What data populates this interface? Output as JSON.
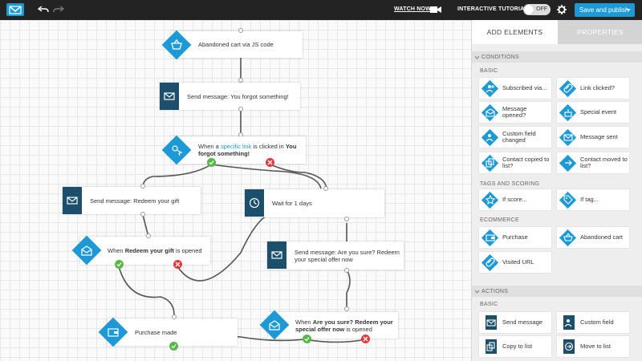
{
  "toolbar": {
    "watch_now": "WATCH NOW",
    "interactive_tutorial": "INTERACTIVE TUTORIAL",
    "toggle_state": "OFF",
    "publish_label": "Save and publish"
  },
  "colors": {
    "accent": "#1d9ad6",
    "dark_node": "#1b4f6b",
    "topbar": "#232323",
    "success": "#56b847",
    "failure": "#e23a3a"
  },
  "workflow": {
    "nodes": [
      {
        "id": "abandoned-cart",
        "text": "Abandoned cart via JS code",
        "icon": "basket-icon",
        "kind": "condition"
      },
      {
        "id": "send-forgot",
        "text": "Send message: You forgot something!",
        "icon": "envelope-icon",
        "kind": "action"
      },
      {
        "id": "link-clicked",
        "pre": "When a ",
        "link": "specific link",
        "mid": " is clicked in ",
        "bold": "You forgot something!",
        "icon": "link-click-icon",
        "kind": "condition"
      },
      {
        "id": "send-redeem",
        "text": "Send message: Redeem your gift",
        "icon": "envelope-icon",
        "kind": "action"
      },
      {
        "id": "wait",
        "text": "Wait for 1 days",
        "icon": "clock-icon",
        "kind": "action"
      },
      {
        "id": "redeem-opened",
        "pre": "When ",
        "bold": "Redeem your gift",
        "post": " is opened",
        "icon": "open-envelope-icon",
        "kind": "condition"
      },
      {
        "id": "send-sure",
        "text": "Send message: Are you sure? Redeem your special offer now",
        "icon": "envelope-icon",
        "kind": "action"
      },
      {
        "id": "purchase-made",
        "text": "Purchase made",
        "icon": "wallet-icon",
        "kind": "condition"
      },
      {
        "id": "sure-opened",
        "pre": "When ",
        "bold": "Are you sure? Redeem your special offer now",
        "post": " is opened",
        "icon": "open-envelope-icon",
        "kind": "condition"
      }
    ]
  },
  "panel": {
    "tab_add": "ADD ELEMENTS",
    "tab_properties": "PROPERTIES",
    "conditions_header": "CONDITIONS",
    "basic_label": "BASIC",
    "tags_label": "TAGS AND SCORING",
    "ecommerce_label": "ECOMMERCE",
    "actions_header": "ACTIONS",
    "actions_basic_label": "BASIC",
    "conditions_basic": [
      {
        "label": "Subscribed via...",
        "icon": "subscribe-icon"
      },
      {
        "label": "Link clicked?",
        "icon": "link-icon"
      },
      {
        "label": "Message opened?",
        "icon": "open-envelope-icon"
      },
      {
        "label": "Special event",
        "icon": "cake-icon"
      },
      {
        "label": "Custom field changed",
        "icon": "person-edit-icon"
      },
      {
        "label": "Message sent",
        "icon": "envelope-icon"
      },
      {
        "label": "Contact copied to list?",
        "icon": "copy-icon"
      },
      {
        "label": "Contact moved to list?",
        "icon": "move-icon"
      }
    ],
    "tags": [
      {
        "label": "If score...",
        "icon": "star-icon"
      },
      {
        "label": "If tag...",
        "icon": "tag-icon"
      }
    ],
    "ecommerce": [
      {
        "label": "Purchase",
        "icon": "wallet-icon"
      },
      {
        "label": "Abandoned cart",
        "icon": "basket-icon"
      },
      {
        "label": "Visited URL",
        "icon": "link-icon"
      }
    ],
    "actions": [
      {
        "label": "Send message",
        "icon": "envelope-icon"
      },
      {
        "label": "Custom field",
        "icon": "person-edit-icon"
      },
      {
        "label": "Copy to list",
        "icon": "copy-icon"
      },
      {
        "label": "Move to list",
        "icon": "move-icon"
      }
    ]
  }
}
